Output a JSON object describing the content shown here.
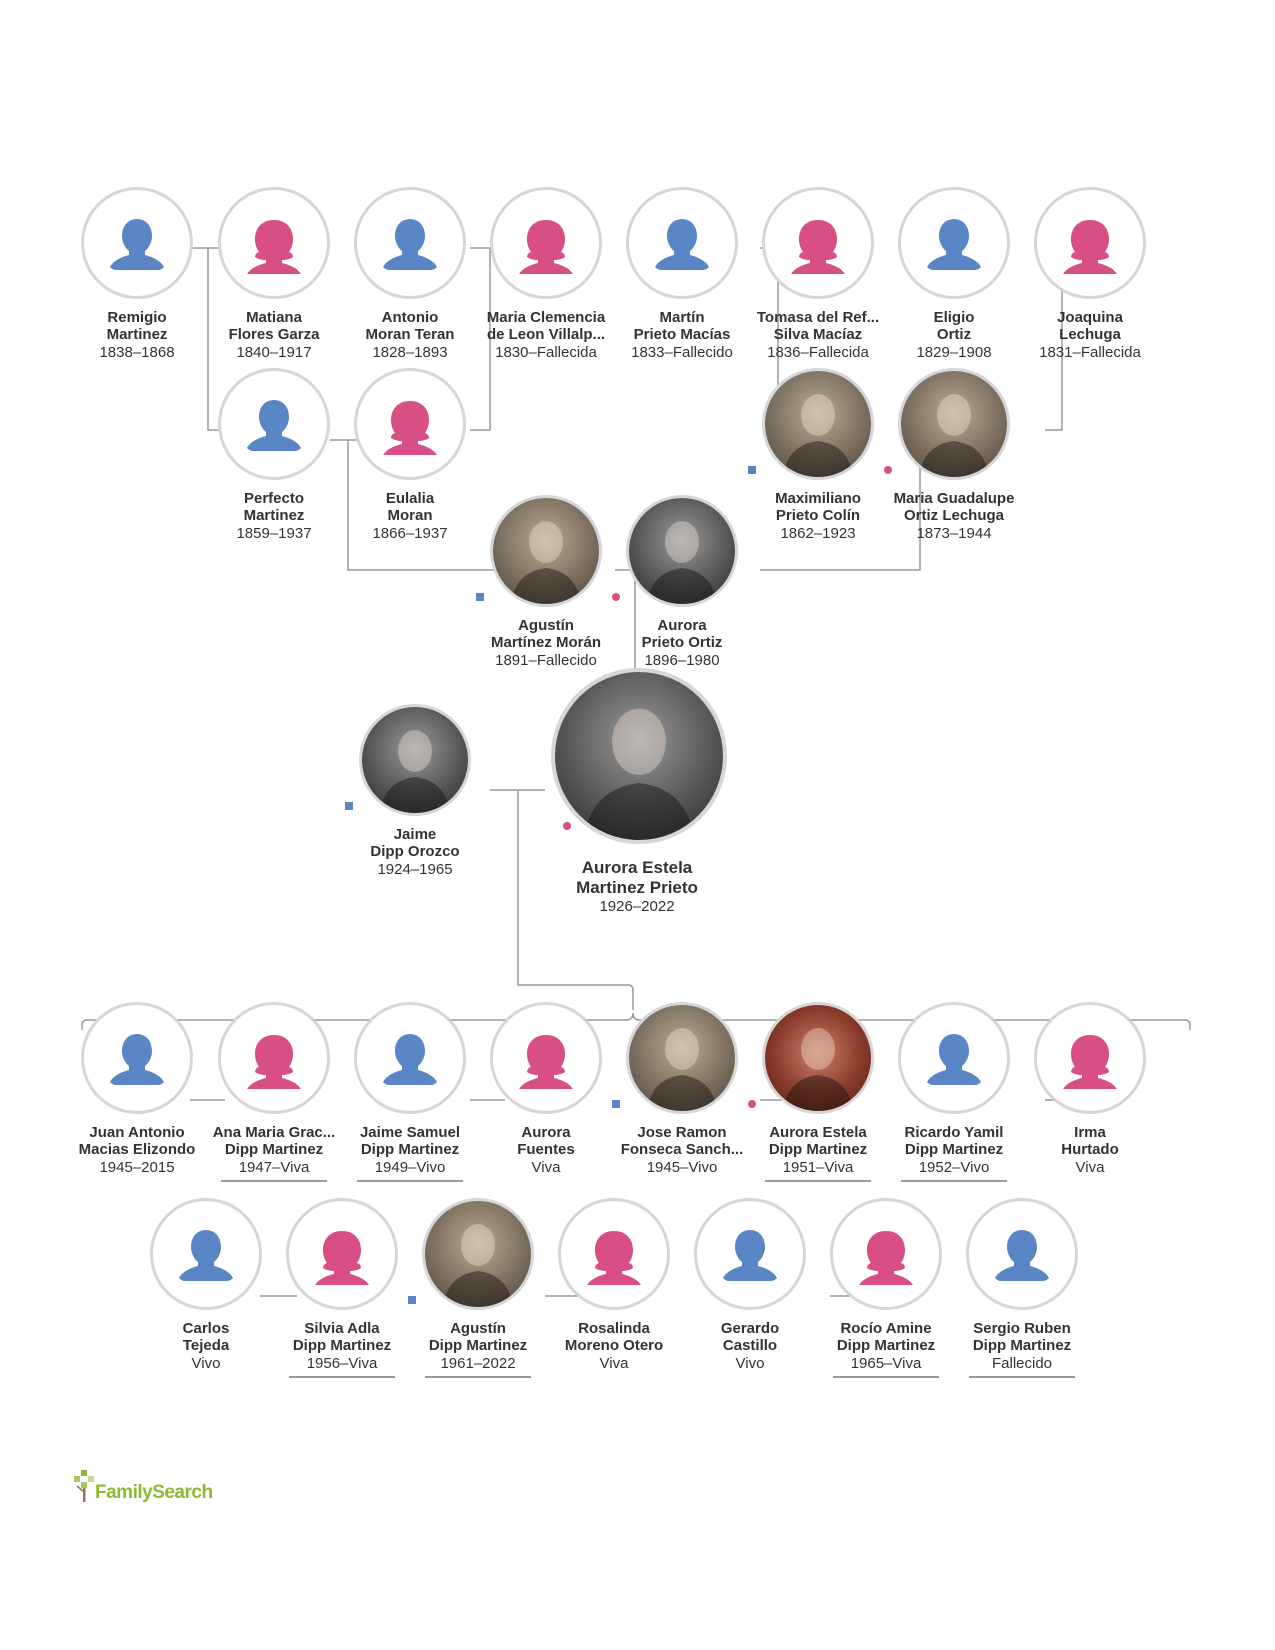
{
  "grandparents_row": [
    {
      "name1": "Remigio",
      "name2": "Martinez",
      "dates": "1838–1868",
      "sex": "male"
    },
    {
      "name1": "Matiana",
      "name2": "Flores Garza",
      "dates": "1840–1917",
      "sex": "female"
    },
    {
      "name1": "Antonio",
      "name2": "Moran Teran",
      "dates": "1828–1893",
      "sex": "male"
    },
    {
      "name1": "Maria Clemencia",
      "name2": "de Leon Villalp...",
      "dates": "1830–Fallecida",
      "sex": "female"
    },
    {
      "name1": "Martín",
      "name2": "Prieto Macías",
      "dates": "1833–Fallecido",
      "sex": "male"
    },
    {
      "name1": "Tomasa del Ref...",
      "name2": "Silva Macíaz",
      "dates": "1836–Fallecida",
      "sex": "female"
    },
    {
      "name1": "Eligio",
      "name2": "Ortiz",
      "dates": "1829–1908",
      "sex": "male"
    },
    {
      "name1": "Joaquina",
      "name2": "Lechuga",
      "dates": "1831–Fallecida",
      "sex": "female"
    }
  ],
  "great_parents_row": [
    {
      "name1": "Perfecto",
      "name2": "Martinez",
      "dates": "1859–1937",
      "sex": "male"
    },
    {
      "name1": "Eulalia",
      "name2": "Moran",
      "dates": "1866–1937",
      "sex": "female"
    },
    {
      "name1": "Maximiliano",
      "name2": "Prieto Colín",
      "dates": "1862–1923",
      "sex": "male"
    },
    {
      "name1": "Maria Guadalupe",
      "name2": "Ortiz Lechuga",
      "dates": "1873–1944",
      "sex": "female"
    }
  ],
  "parents_row": [
    {
      "name1": "Agustín",
      "name2": "Martínez Morán",
      "dates": "1891–Fallecido",
      "sex": "male"
    },
    {
      "name1": "Aurora",
      "name2": "Prieto Ortiz",
      "dates": "1896–1980",
      "sex": "female"
    }
  ],
  "spouse": {
    "name1": "Jaime",
    "name2": "Dipp Orozco",
    "dates": "1924–1965",
    "sex": "male"
  },
  "focus": {
    "name1": "Aurora Estela",
    "name2": "Martinez Prieto",
    "dates": "1926–2022",
    "sex": "female"
  },
  "children_row1": [
    {
      "name1": "Juan Antonio",
      "name2": "Macias Elizondo",
      "dates": "1945–2015",
      "sex": "male"
    },
    {
      "name1": "Ana Maria Grac...",
      "name2": "Dipp Martinez",
      "dates": "1947–Viva",
      "sex": "female"
    },
    {
      "name1": "Jaime Samuel",
      "name2": "Dipp Martinez",
      "dates": "1949–Vivo",
      "sex": "male"
    },
    {
      "name1": "Aurora",
      "name2": "Fuentes",
      "dates": "Viva",
      "sex": "female"
    },
    {
      "name1": "Jose Ramon",
      "name2": "Fonseca Sanch...",
      "dates": "1945–Vivo",
      "sex": "male"
    },
    {
      "name1": "Aurora Estela",
      "name2": "Dipp Martinez",
      "dates": "1951–Viva",
      "sex": "female"
    },
    {
      "name1": "Ricardo Yamil",
      "name2": "Dipp Martinez",
      "dates": "1952–Vivo",
      "sex": "male"
    },
    {
      "name1": "Irma",
      "name2": "Hurtado",
      "dates": "Viva",
      "sex": "female"
    }
  ],
  "children_row2": [
    {
      "name1": "Carlos",
      "name2": "Tejeda",
      "dates": "Vivo",
      "sex": "male"
    },
    {
      "name1": "Silvia Adla",
      "name2": "Dipp Martinez",
      "dates": "1956–Viva",
      "sex": "female"
    },
    {
      "name1": "Agustín",
      "name2": "Dipp Martinez",
      "dates": "1961–2022",
      "sex": "male"
    },
    {
      "name1": "Rosalinda",
      "name2": "Moreno Otero",
      "dates": "Viva",
      "sex": "female"
    },
    {
      "name1": "Gerardo",
      "name2": "Castillo",
      "dates": "Vivo",
      "sex": "male"
    },
    {
      "name1": "Rocío Amine",
      "name2": "Dipp Martinez",
      "dates": "1965–Viva",
      "sex": "female"
    },
    {
      "name1": "Sergio Ruben",
      "name2": "Dipp Martinez",
      "dates": "Fallecido",
      "sex": "male"
    }
  ],
  "logo_text": "FamilySearch",
  "colors": {
    "male": "#5b86c5",
    "female": "#d84f86",
    "circle_border": "#d6d6d6",
    "line": "#999999",
    "logo": "#8cb832"
  }
}
